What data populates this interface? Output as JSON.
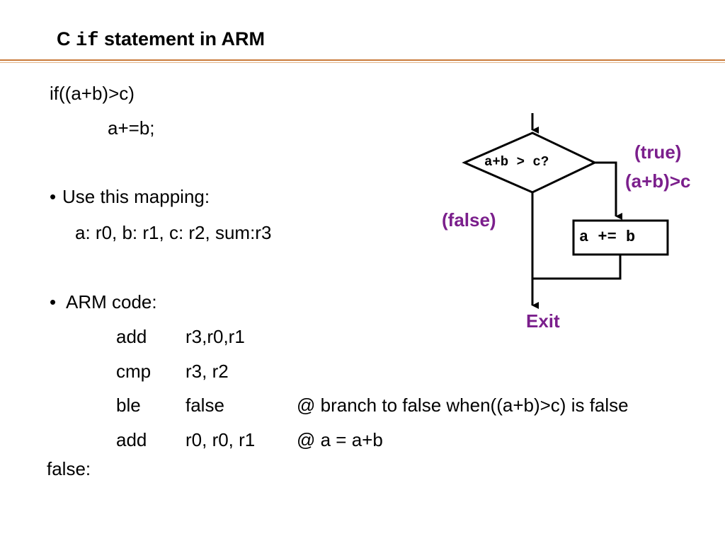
{
  "slide": {
    "title_prefix": "C",
    "title_code": "if",
    "title_suffix": "statement in ARM"
  },
  "code_example": {
    "line1": "if((a+b)>c)",
    "line2": "a+=b;"
  },
  "mapping": {
    "bullet": "•",
    "heading": "Use this mapping:",
    "values": "a: r0,  b: r1,  c: r2, sum:r3"
  },
  "arm_code": {
    "bullet": "•",
    "heading": "ARM code:",
    "rows": [
      {
        "op": "add",
        "args": "r3,r0,r1",
        "comment": ""
      },
      {
        "op": "cmp",
        "args": "r3, r2",
        "comment": ""
      },
      {
        "op": "ble",
        "args": "false",
        "comment": "@  branch to false when((a+b)>c) is false"
      },
      {
        "op": "add",
        "args": "r0, r0, r1",
        "comment": "@  a = a+b"
      }
    ],
    "label": "false:"
  },
  "flowchart": {
    "decision": "a+b > c?",
    "action": "a += b",
    "true_label": "(true)",
    "true_condition": "(a+b)>c",
    "false_label": "(false)",
    "exit_label": "Exit",
    "label_color": "#7b1f8c"
  }
}
